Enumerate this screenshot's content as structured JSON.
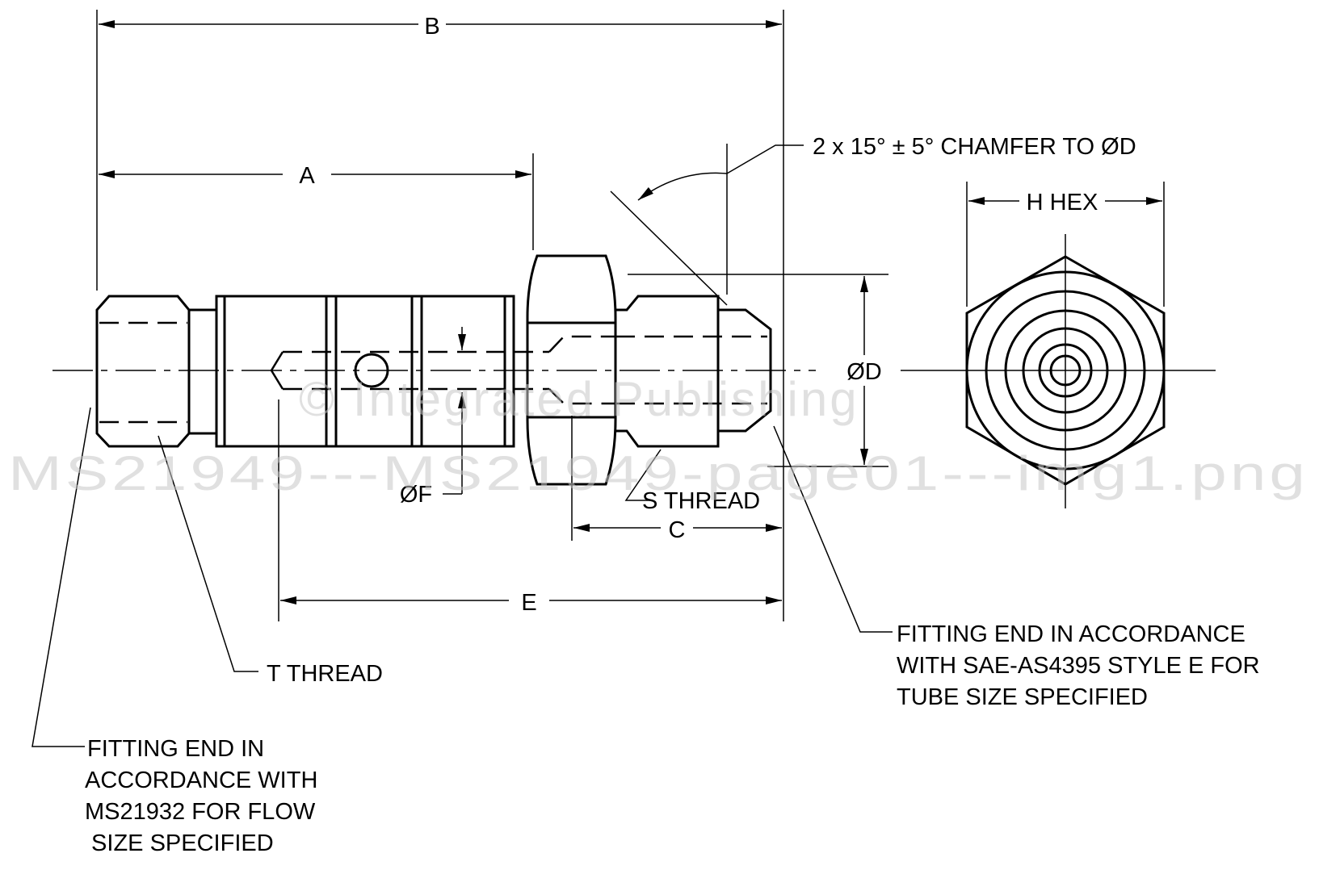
{
  "dimensions": {
    "a": "A",
    "b": "B",
    "c": "C",
    "d": "ØD",
    "e": "E",
    "f": "ØF",
    "h_hex": "H HEX"
  },
  "callouts": {
    "chamfer": "2 x 15° ± 5° CHAMFER TO ØD",
    "s_thread": "S THREAD",
    "t_thread": "T THREAD",
    "right_fitting": [
      "FITTING END IN ACCORDANCE",
      "WITH SAE-AS4395 STYLE E FOR",
      "TUBE SIZE SPECIFIED"
    ],
    "left_fitting": [
      "FITTING END IN",
      "ACCORDANCE WITH",
      "MS21932 FOR FLOW",
      " SIZE SPECIFIED"
    ]
  },
  "watermark": {
    "line1": "© Integrated Publishing",
    "line2": "MS21949---MS21949-page01---img1.png"
  }
}
